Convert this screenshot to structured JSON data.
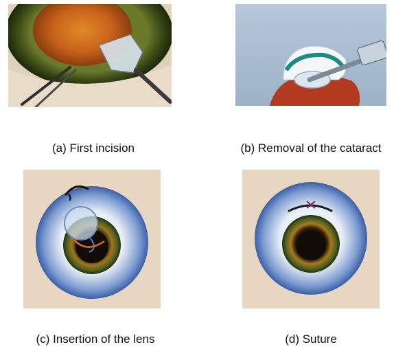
{
  "figure": {
    "panels": [
      {
        "id": "a",
        "caption": "(a) First incision",
        "illustration": "eye-incision-with-forceps-and-scalpel"
      },
      {
        "id": "b",
        "caption": "(b) Removal of the cataract",
        "illustration": "cataract-removal-with-probe"
      },
      {
        "id": "c",
        "caption": "(c) Insertion of the lens",
        "illustration": "intraocular-lens-insertion"
      },
      {
        "id": "d",
        "caption": "(d) Suture",
        "illustration": "sutured-eye"
      }
    ]
  },
  "colors": {
    "parchment": "#e7d7c2",
    "iris_green": "#4a5e22",
    "lens_orange": "#d8701a",
    "sclera_blue": "#4f73b6",
    "pupil": "#120c08",
    "tissue_red": "#b23a1e",
    "backdrop_blue": "#a9bed3"
  }
}
